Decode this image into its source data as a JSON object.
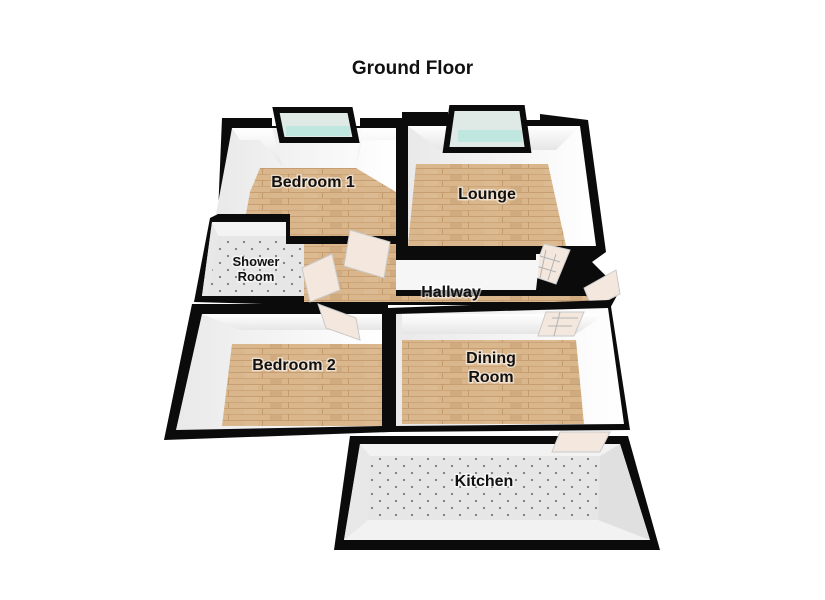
{
  "title": "Ground Floor",
  "rooms": {
    "bedroom1": "Bedroom 1",
    "lounge": "Lounge",
    "shower_line1": "Shower",
    "shower_line2": "Room",
    "hallway": "Hallway",
    "bedroom2": "Bedroom 2",
    "dining_line1": "Dining",
    "dining_line2": "Room",
    "kitchen": "Kitchen"
  },
  "colors": {
    "wall": "#0b0b0b",
    "wood_floor": "#d8b58c",
    "tile_floor": "#e4e4e4",
    "inner_wall": "#f2f2f2",
    "glass": "#bfe7e0"
  }
}
